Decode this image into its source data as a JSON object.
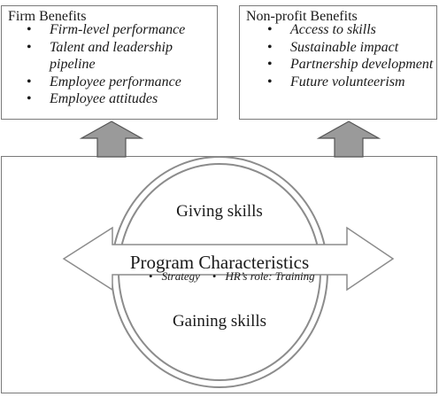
{
  "firm_benefits": {
    "title": "Firm Benefits",
    "items": [
      "Firm-level performance",
      "Talent and leadership pipeline",
      "Employee performance",
      "Employee attitudes"
    ]
  },
  "nonprofit_benefits": {
    "title": "Non-profit Benefits",
    "items": [
      "Access to skills",
      "Sustainable impact",
      "Partnership development",
      "Future volunteerism"
    ]
  },
  "program": {
    "top_label": "Giving skills",
    "center_title": "Program Characteristics",
    "characteristics": [
      "Strategy",
      "HR’s role: Training"
    ],
    "bottom_label": "Gaining skills"
  },
  "colors": {
    "box_border": "#7a7a7a",
    "arrow_fill": "#9a9a9a",
    "ellipse_stroke": "#8c8c8c"
  }
}
